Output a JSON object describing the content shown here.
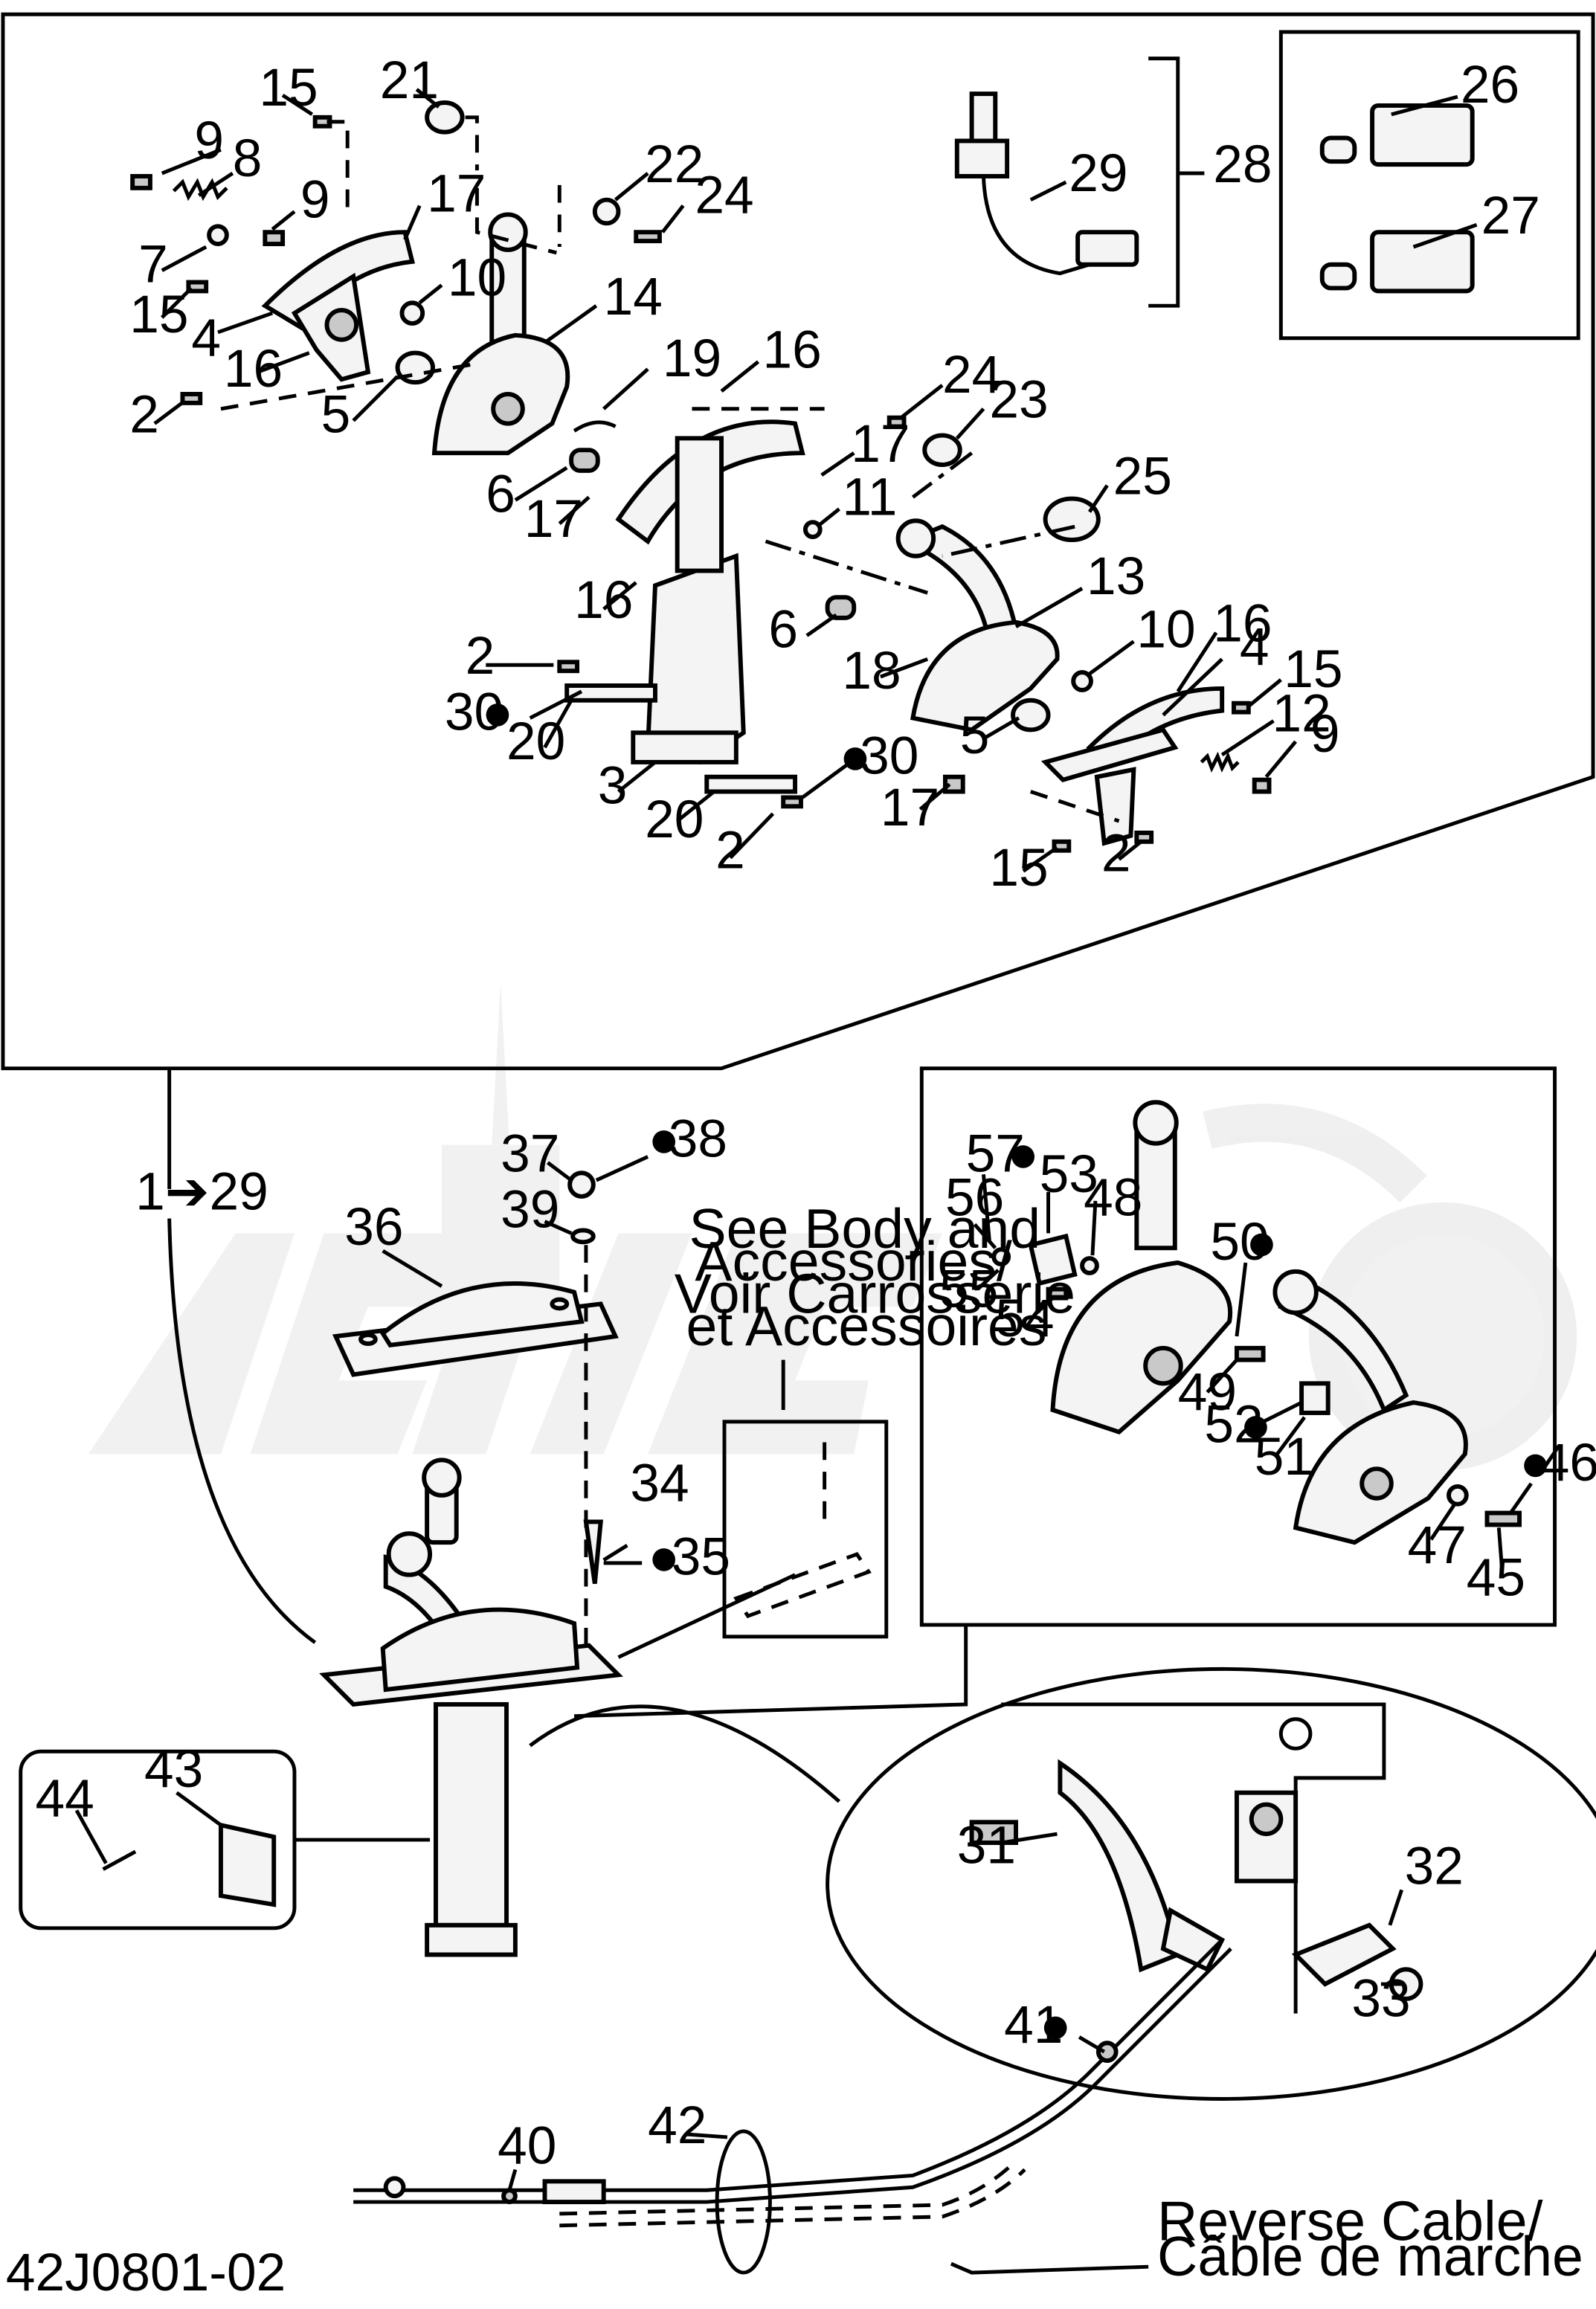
{
  "drawing_id": "42J0801-02",
  "notes": {
    "see_body_l1": "See Body and",
    "see_body_l2": "Accessories/",
    "see_body_l3": "Voir Carrosserie",
    "see_body_l4": "et Accessoires",
    "reverse_l1": "Reverse Cable/",
    "reverse_l2": "Câble de marche arrière",
    "assembly_ref": "1➔29"
  },
  "callouts": {
    "c15a": "15",
    "c21": "21",
    "c9a": "9",
    "c8": "8",
    "c9b": "9",
    "c17a": "17",
    "c22": "22",
    "c24a": "24",
    "c7": "7",
    "c10a": "10",
    "c15b": "15",
    "c4a": "4",
    "c14": "14",
    "c16a": "16",
    "c19": "19",
    "c16b": "16",
    "c2a": "2",
    "c5a": "5",
    "c24b": "24",
    "c23": "23",
    "c17b": "17",
    "c25": "25",
    "c6a": "6",
    "c17c": "17",
    "c11": "11",
    "c13": "13",
    "c16c": "16",
    "c2b": "2",
    "c6b": "6",
    "c10b": "10",
    "c16d": "16",
    "c4b": "4",
    "c18": "18",
    "c15c": "15",
    "c30a": "30",
    "c5b": "5",
    "c12": "12",
    "c20a": "20",
    "c9c": "9",
    "c3": "3",
    "c30b": "30",
    "c17d": "17",
    "c20b": "20",
    "c2c": "2",
    "c15d": "15",
    "c2d": "2",
    "c26": "26",
    "c27": "27",
    "c28": "28",
    "c29": "29",
    "c37": "37",
    "c38": "38",
    "c39": "39",
    "c36": "36",
    "c34": "34",
    "c35": "35",
    "c57": "57",
    "c53": "53",
    "c48": "48",
    "c56": "56",
    "c50": "50",
    "c55": "55",
    "c54": "54",
    "c49": "49",
    "c52": "52",
    "c51": "51",
    "c46": "46",
    "c47": "47",
    "c45": "45",
    "c43": "43",
    "c44": "44",
    "c31": "31",
    "c32": "32",
    "c33": "33",
    "c41": "41",
    "c40": "40",
    "c42": "42"
  },
  "watermark": "ARI"
}
